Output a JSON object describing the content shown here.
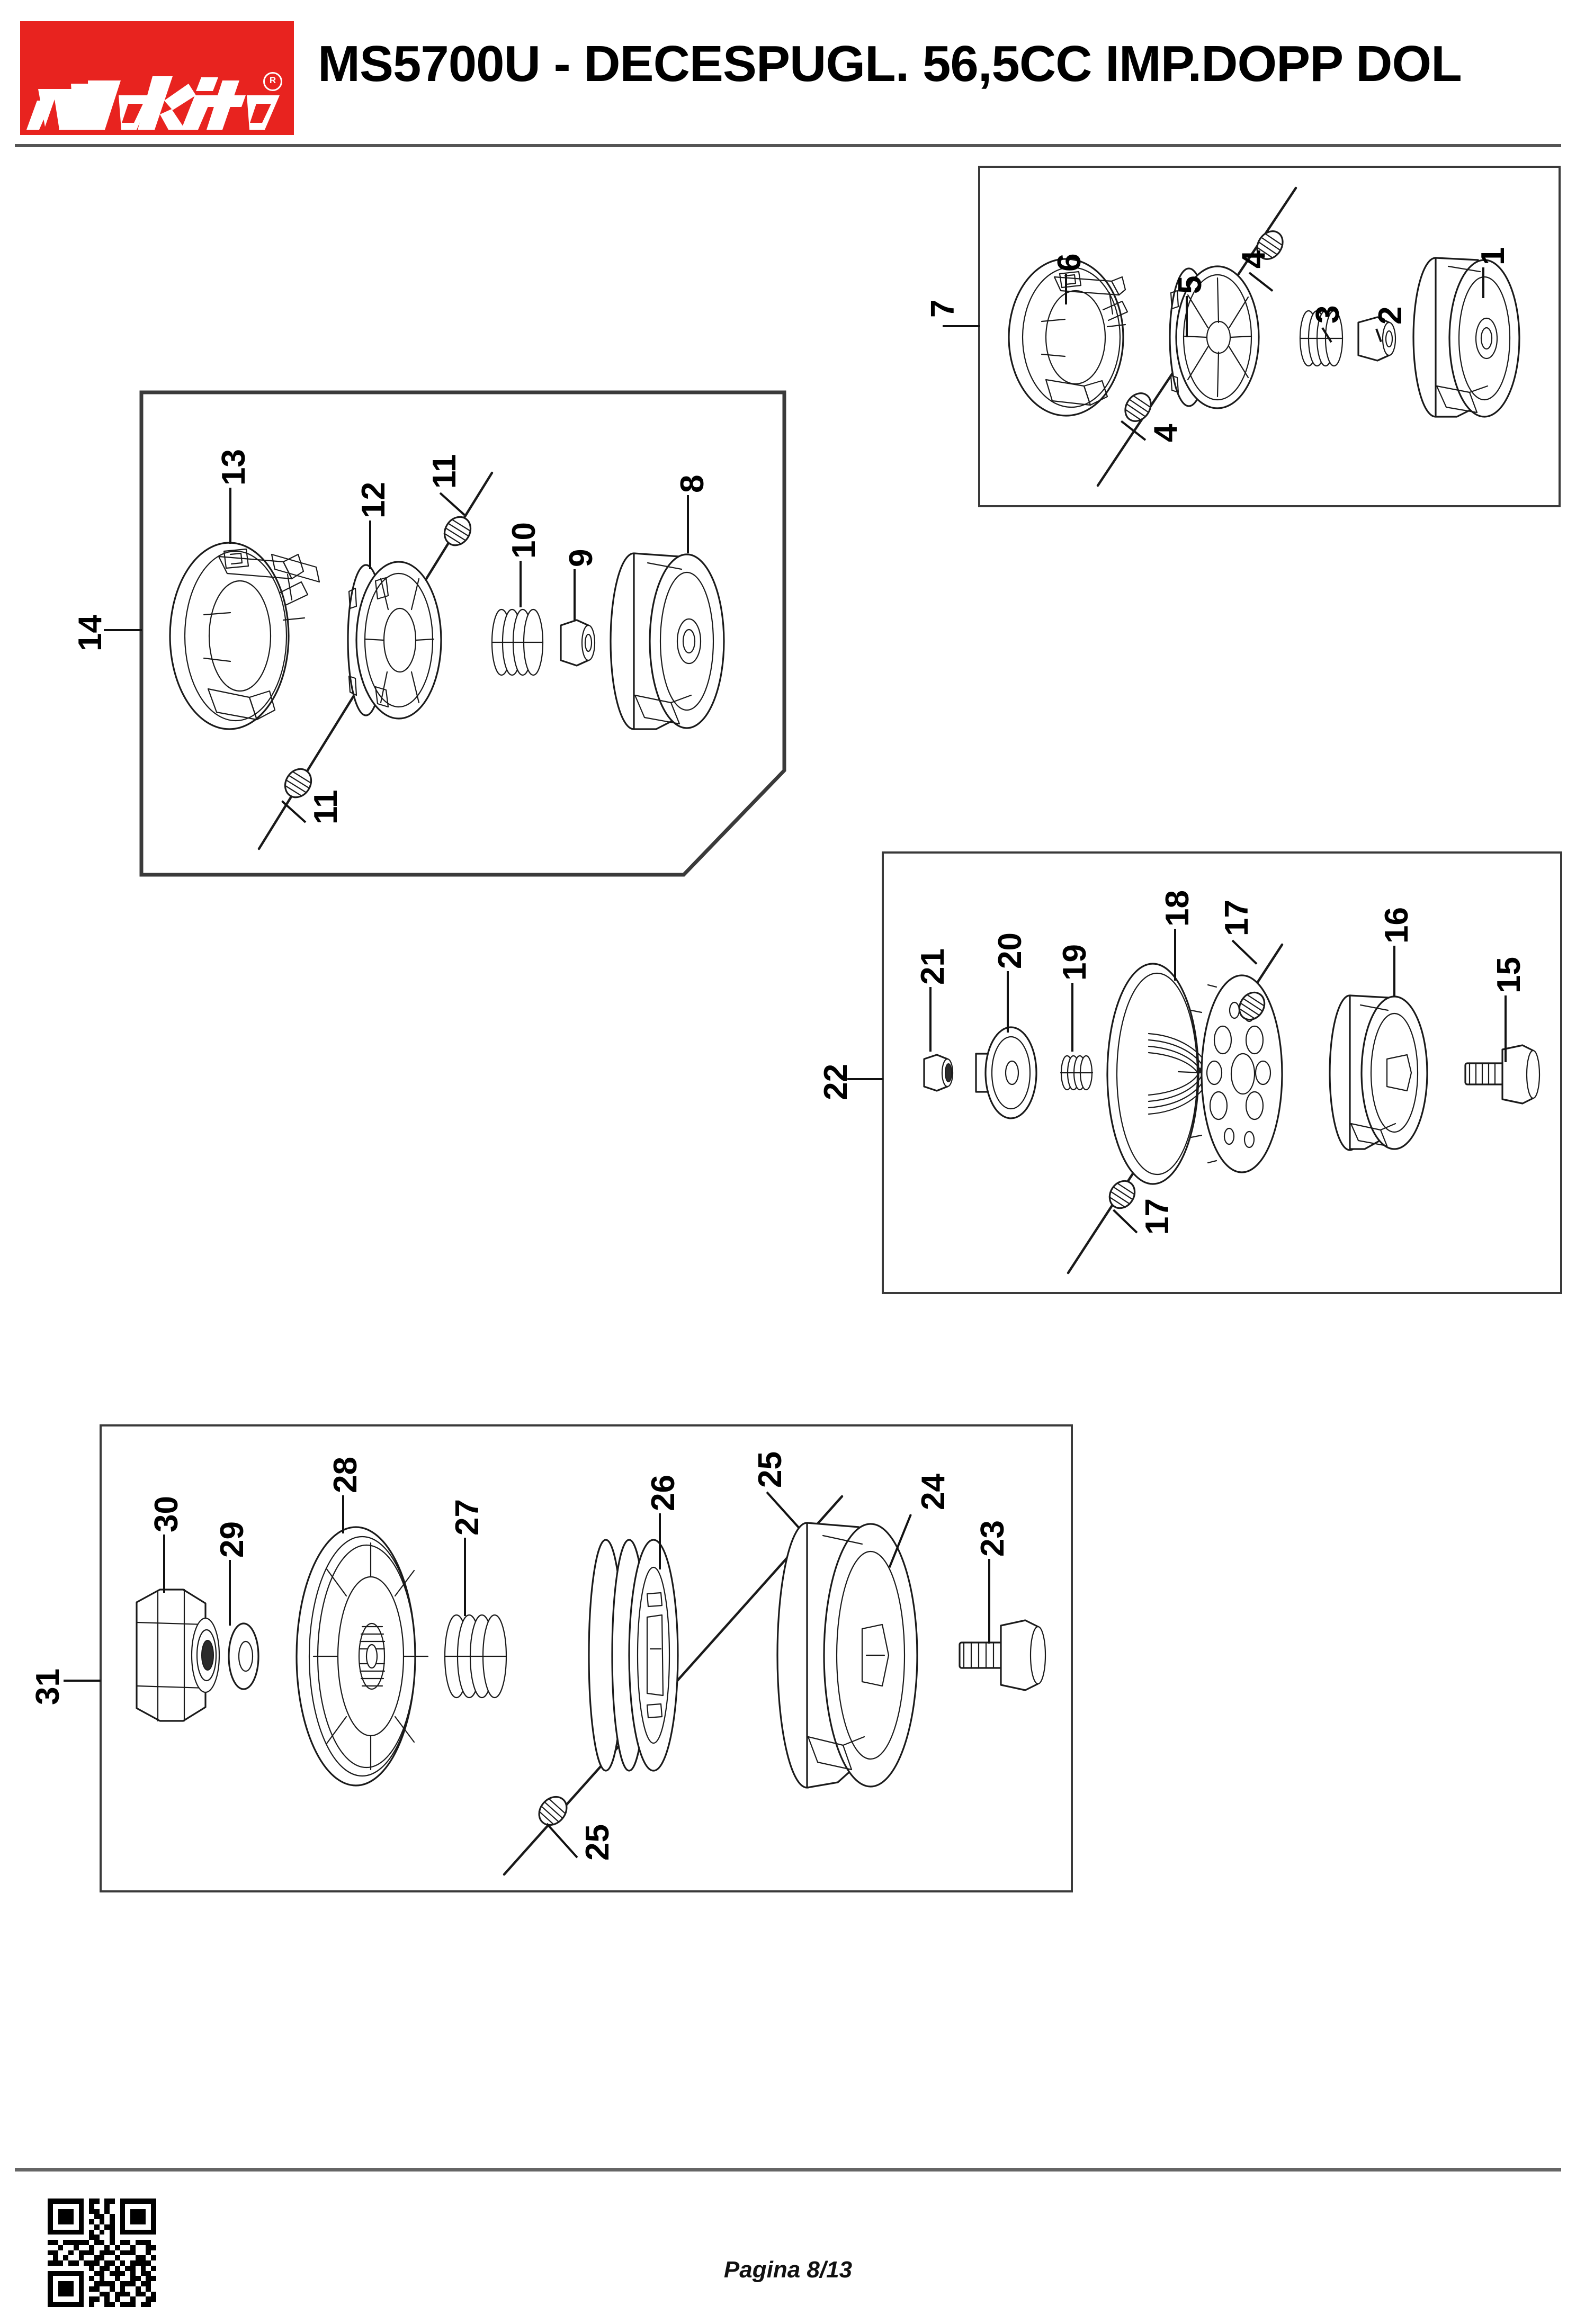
{
  "header": {
    "brand": "makita",
    "brand_registered": "R",
    "brand_color": "#E8231F",
    "title": "MS5700U - DECESPUGL. 56,5CC IMP.DOPP DOL"
  },
  "footer": {
    "page_label": "Pagina 8/13",
    "qr_icon": "qr-code-icon"
  },
  "panels": [
    {
      "id": "panel-7",
      "group_label": "7",
      "callouts": [
        "6",
        "5",
        "4",
        "4",
        "3",
        "2",
        "1"
      ]
    },
    {
      "id": "panel-14",
      "group_label": "14",
      "callouts": [
        "13",
        "12",
        "11",
        "11",
        "10",
        "9",
        "8"
      ]
    },
    {
      "id": "panel-22",
      "group_label": "22",
      "callouts": [
        "21",
        "20",
        "19",
        "18",
        "17",
        "17",
        "16",
        "15"
      ]
    },
    {
      "id": "panel-31",
      "group_label": "31",
      "callouts": [
        "30",
        "29",
        "28",
        "27",
        "26",
        "25",
        "25",
        "24",
        "23"
      ]
    }
  ],
  "callout_numbers": {
    "n1": "1",
    "n2": "2",
    "n3": "3",
    "n4a": "4",
    "n4b": "4",
    "n5": "5",
    "n6": "6",
    "n7": "7",
    "n8": "8",
    "n9": "9",
    "n10": "10",
    "n11a": "11",
    "n11b": "11",
    "n12": "12",
    "n13": "13",
    "n14": "14",
    "n15": "15",
    "n16": "16",
    "n17a": "17",
    "n17b": "17",
    "n18": "18",
    "n19": "19",
    "n20": "20",
    "n21": "21",
    "n22": "22",
    "n23": "23",
    "n24": "24",
    "n25a": "25",
    "n25b": "25",
    "n26": "26",
    "n27": "27",
    "n28": "28",
    "n29": "29",
    "n30": "30",
    "n31": "31"
  },
  "qr_matrix": [
    "111111101101101111111",
    "100000101001001000001",
    "101110101101001011101",
    "101110100110101011101",
    "101110101010101011101",
    "100000100101101000001",
    "111111101010101111111",
    "000000001100100000000",
    "110111110110101101110",
    "001001001001010010011",
    "110010111011101110010",
    "010100100110010001101",
    "111011011101101011110",
    "000000001011010110101",
    "111111100110111010110",
    "100000101010010011011",
    "101110100111101110110",
    "101110101100101001010",
    "101110100011011101101",
    "100000101101010010011",
    "111111101001101110110"
  ]
}
